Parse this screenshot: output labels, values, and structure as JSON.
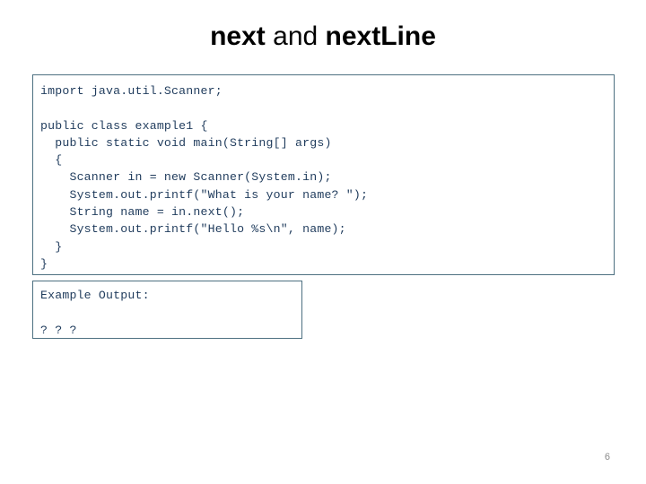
{
  "slide": {
    "title": {
      "part1": "next",
      "part2": " and ",
      "part3": "nextLine",
      "full": "next and nextLine"
    },
    "page_number": "6",
    "colors": {
      "background": "#ffffff",
      "border": "#4d7081",
      "code_text": "#1f3b5c",
      "title_text": "#000000",
      "page_number_text": "#8a8a8a"
    }
  },
  "code_block": {
    "language": "java",
    "lines": [
      "import java.util.Scanner;",
      "",
      "public class example1 {",
      "  public static void main(String[] args)",
      "  {",
      "    Scanner in = new Scanner(System.in);",
      "    System.out.printf(\"What is your name? \");",
      "    String name = in.next();",
      "    System.out.printf(\"Hello %s\\n\", name);",
      "  }",
      "}"
    ]
  },
  "output_block": {
    "label": "Example Output:",
    "value": "? ? ?"
  }
}
